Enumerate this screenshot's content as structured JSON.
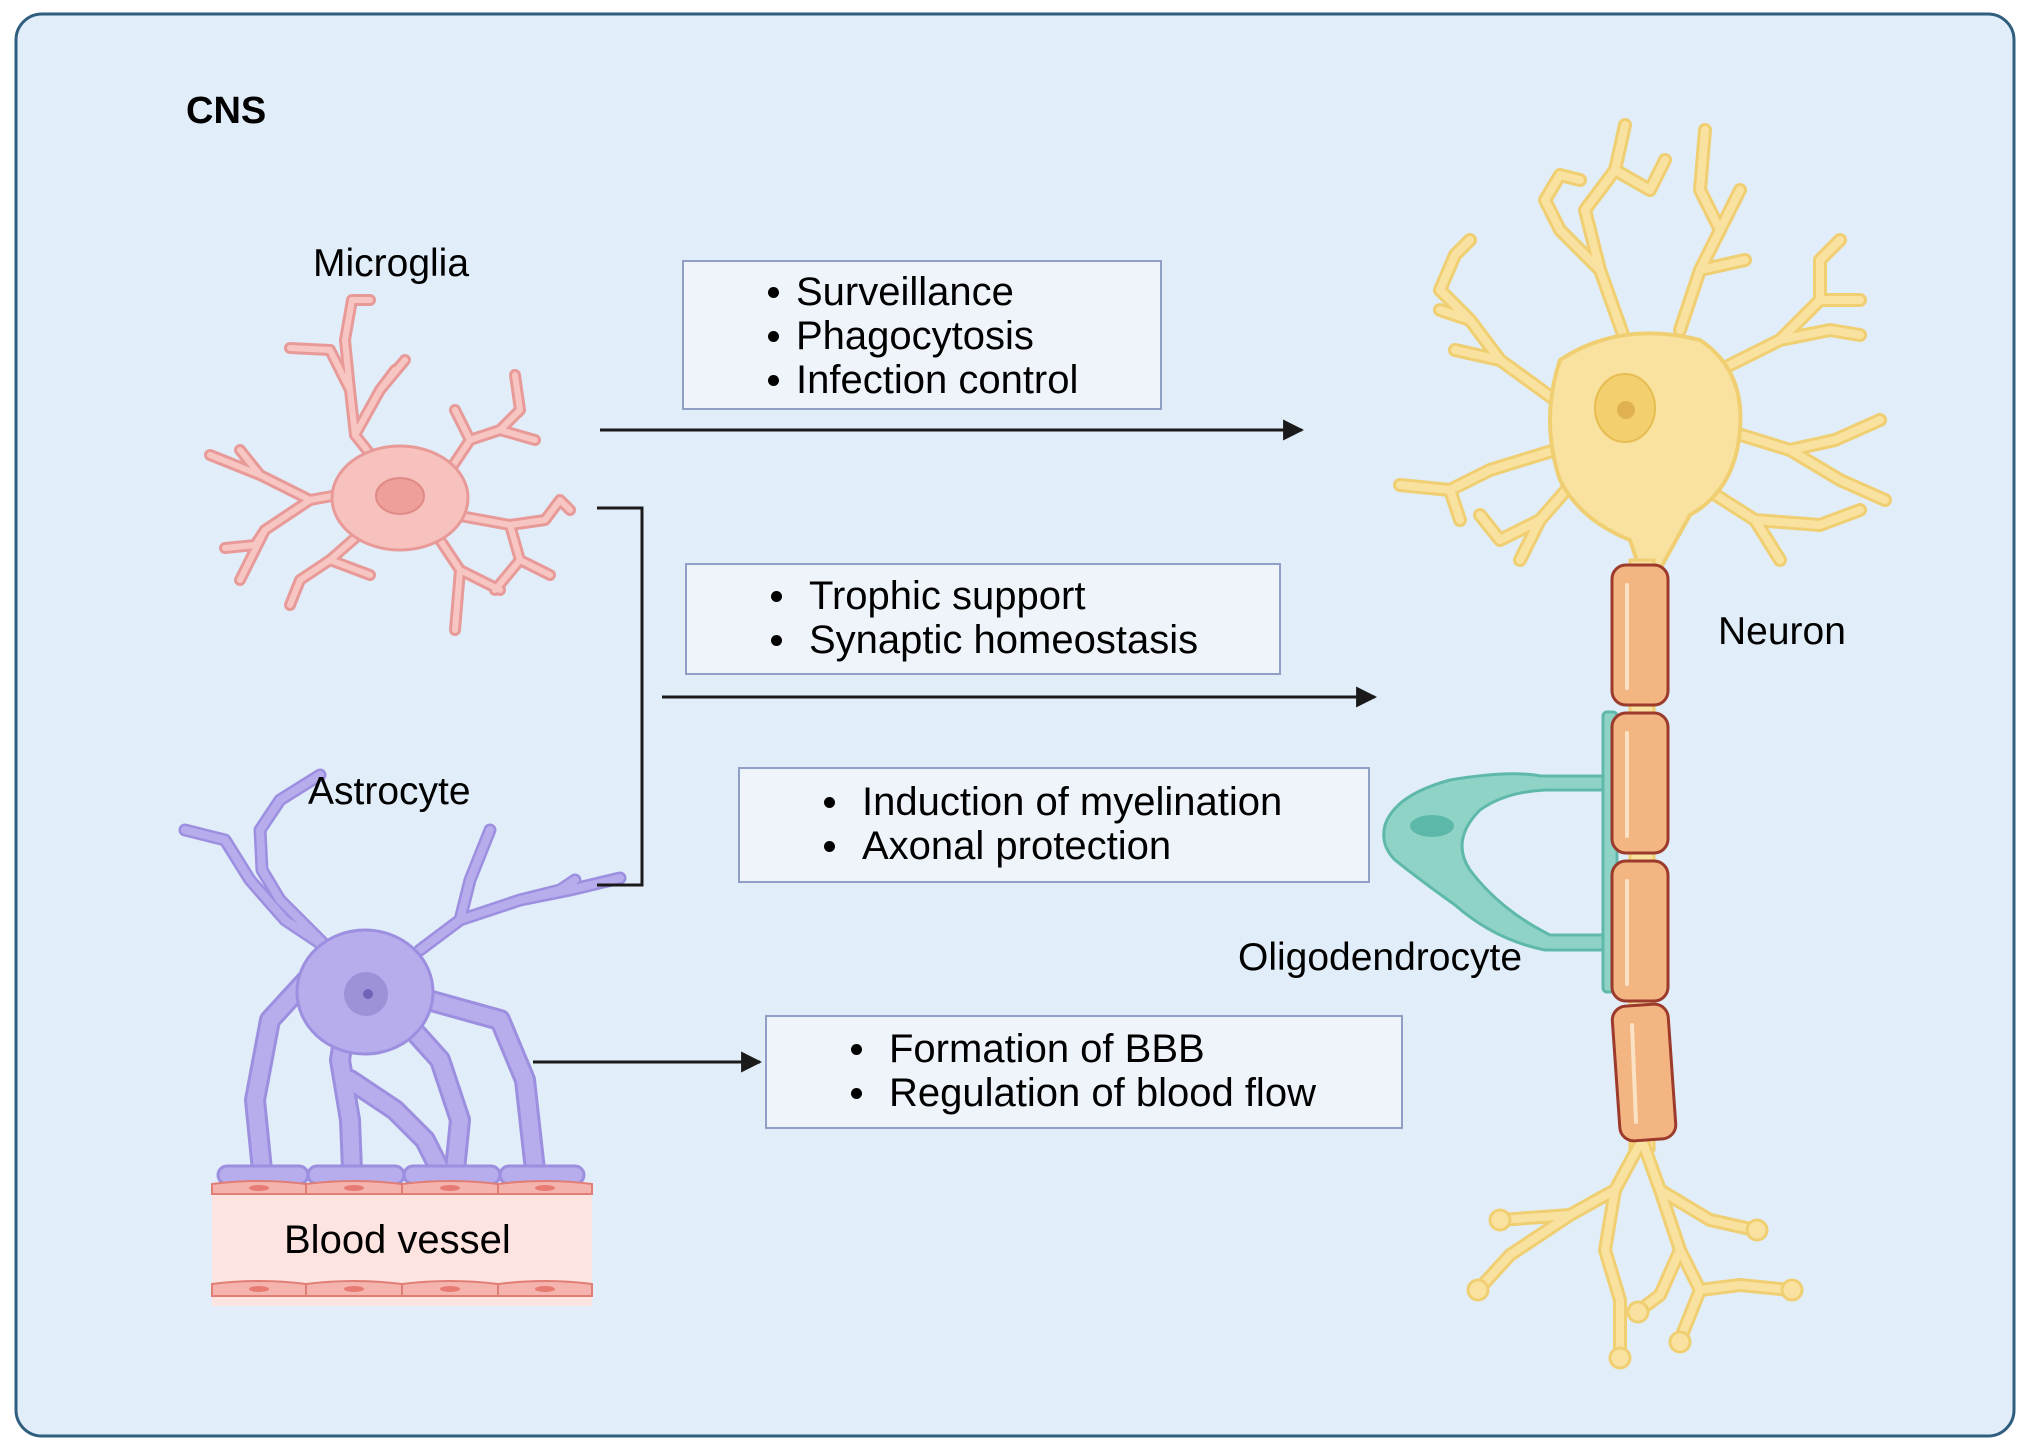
{
  "panel": {
    "title": "CNS",
    "background": "#e1edf8",
    "border": "#2f5e7e"
  },
  "cells": {
    "microglia": {
      "label": "Microglia",
      "color": "#f4b6b2"
    },
    "astrocyte": {
      "label": "Astrocyte",
      "color": "#b7acec"
    },
    "neuron": {
      "label": "Neuron",
      "color": "#f9df8f"
    },
    "oligodendrocyte": {
      "label": "Oligodendrocyte",
      "color": "#8fd3c6"
    },
    "blood_vessel": {
      "label": "Blood vessel",
      "color": "#fde4e1"
    }
  },
  "functions": {
    "microglia": [
      "Surveillance",
      "Phagocytosis",
      "Infection control"
    ],
    "glia_shared": [
      "Trophic support",
      "Synaptic homeostasis"
    ],
    "oligodendrocyte": [
      "Induction of myelination",
      "Axonal protection"
    ],
    "astrocyte_vascular": [
      "Formation of BBB",
      "Regulation of blood flow"
    ]
  },
  "arrow_color": "#1a1a1a"
}
